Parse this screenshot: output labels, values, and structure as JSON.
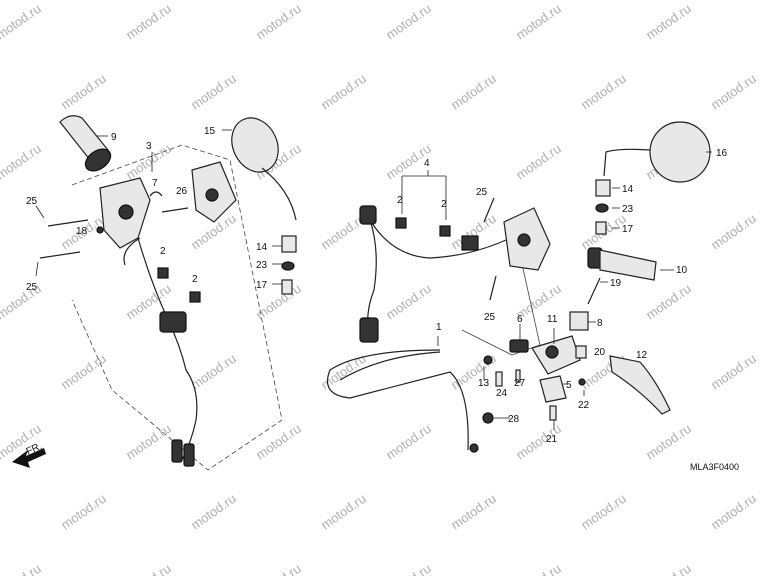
{
  "watermark": "motod.ru",
  "diagram_code": "MLA3F0400",
  "front_arrow_label": "FR.",
  "callouts": {
    "c1": "1",
    "c2a": "2",
    "c2b": "2",
    "c2c": "2",
    "c2d": "2",
    "c3": "3",
    "c4": "4",
    "c5": "5",
    "c6": "6",
    "c7": "7",
    "c8": "8",
    "c9": "9",
    "c10": "10",
    "c11": "11",
    "c12": "12",
    "c13": "13",
    "c14a": "14",
    "c14b": "14",
    "c15": "15",
    "c16": "16",
    "c17a": "17",
    "c17b": "17",
    "c18": "18",
    "c19": "19",
    "c20": "20",
    "c21": "21",
    "c22": "22",
    "c23a": "23",
    "c23b": "23",
    "c24": "24",
    "c25a": "25",
    "c25b": "25",
    "c25c": "25",
    "c25d": "25",
    "c26": "26",
    "c27": "27",
    "c28": "28"
  }
}
